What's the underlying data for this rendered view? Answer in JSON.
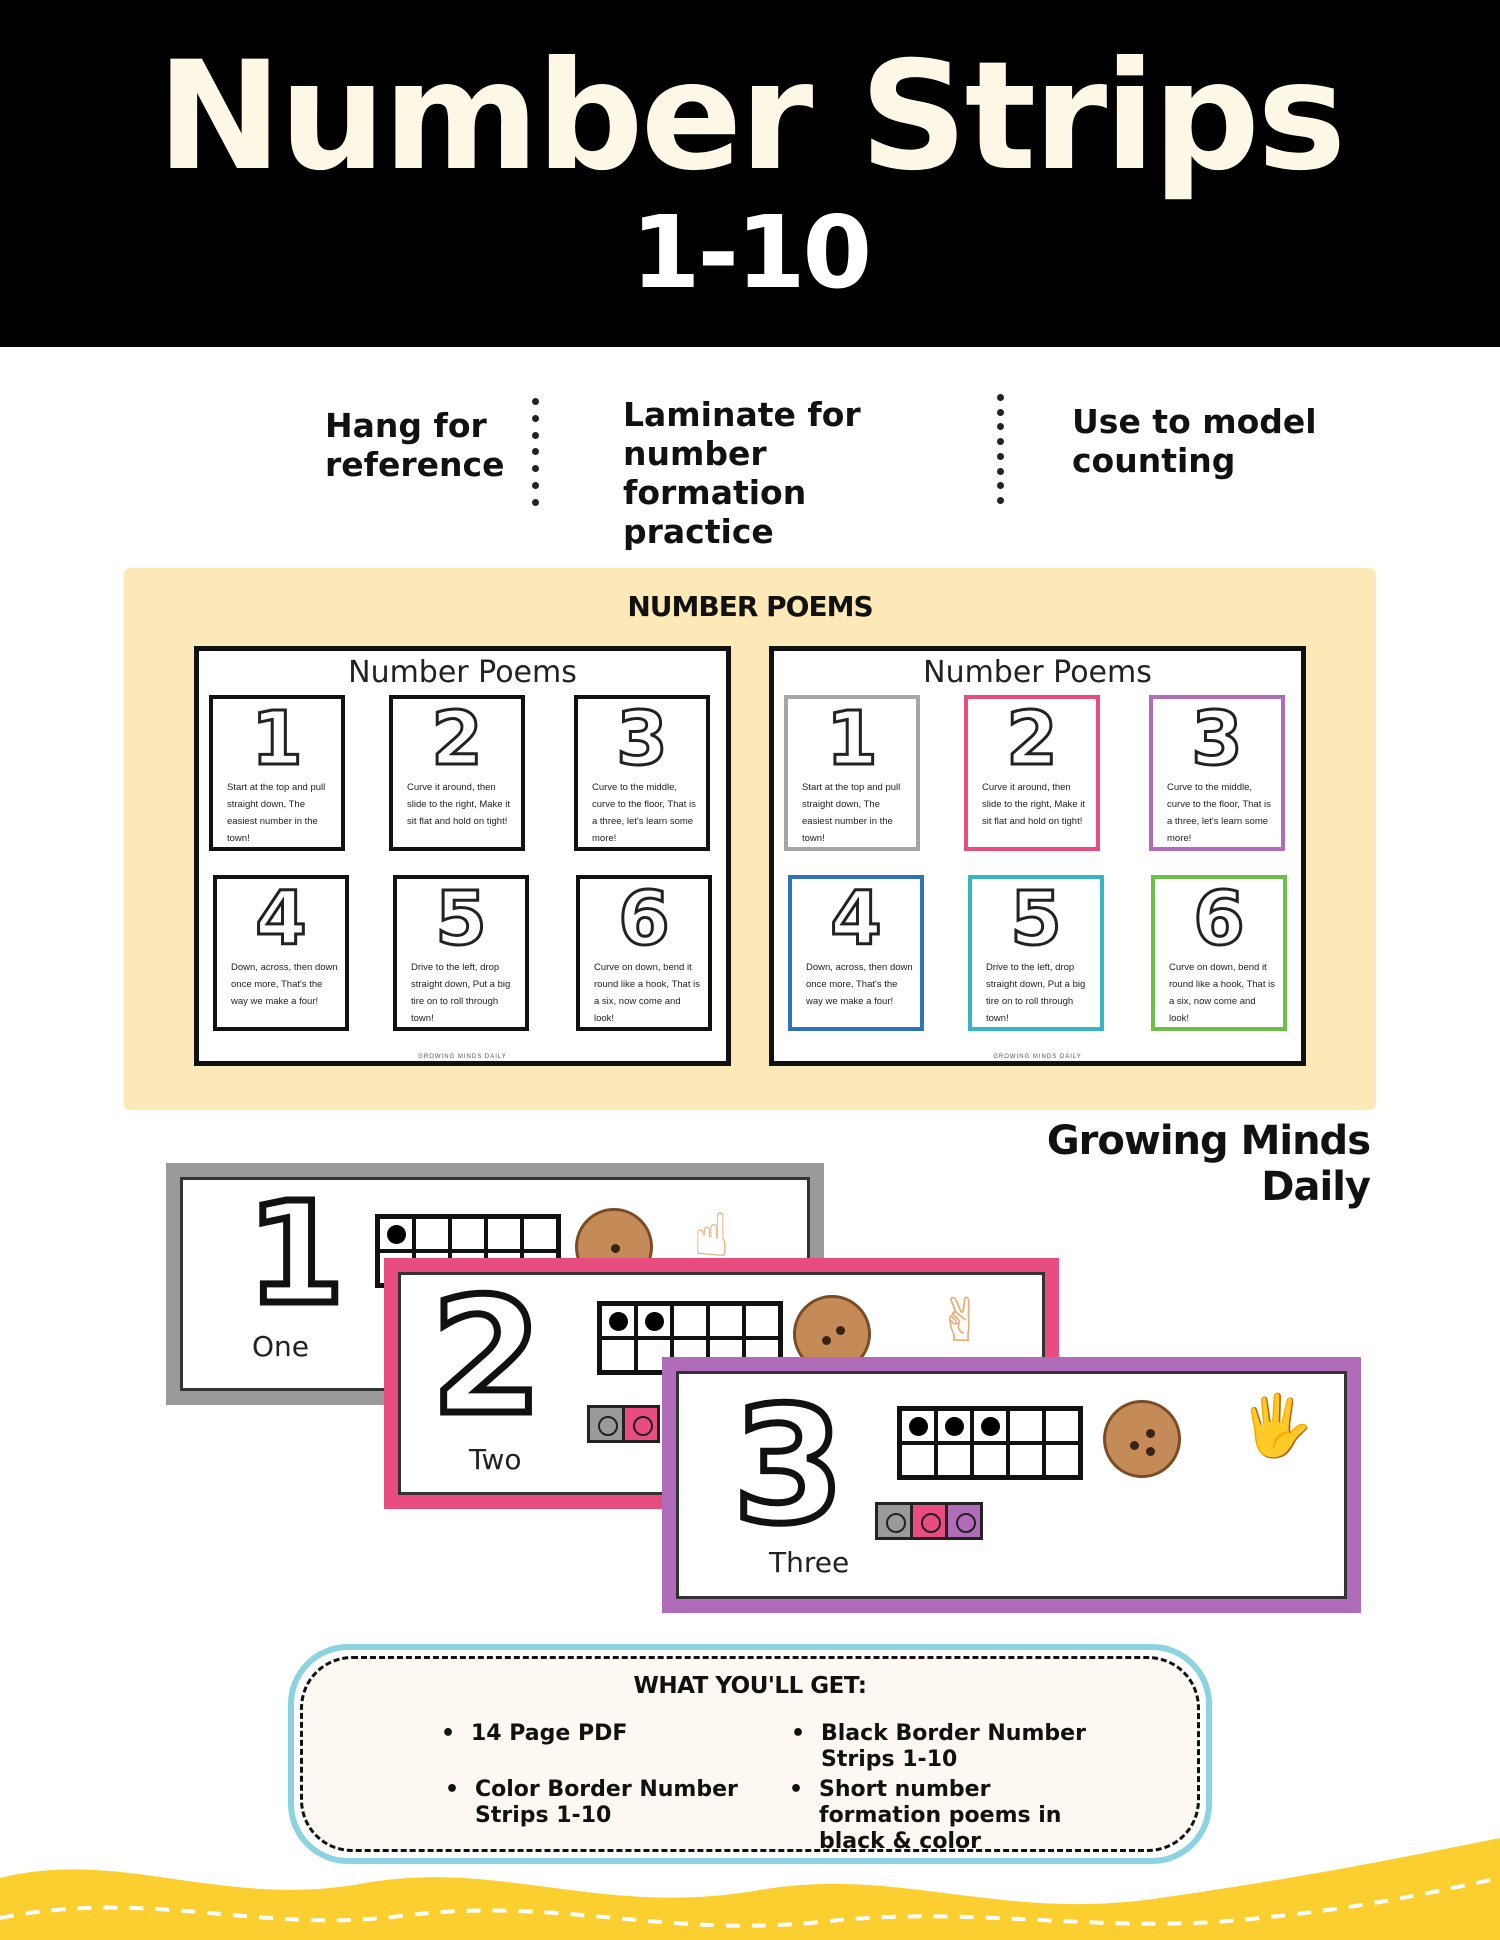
{
  "header": {
    "title": "Number Strips",
    "subtitle": "1-10"
  },
  "features": [
    {
      "text": "Hang for reference"
    },
    {
      "text": "Laminate for number formation practice"
    },
    {
      "text": "Use to model counting"
    }
  ],
  "poems": {
    "heading": "NUMBER POEMS",
    "sheet_title": "Number Poems",
    "footer": "GROWING MINDS DAILY",
    "cards": [
      {
        "digit": "1",
        "text": "Start at the top and pull straight down, The easiest number in the town!"
      },
      {
        "digit": "2",
        "text": "Curve it around, then slide to the right, Make it sit flat and hold on tight!"
      },
      {
        "digit": "3",
        "text": "Curve to the middle, curve to the floor, That is a three, let's learn some more!"
      },
      {
        "digit": "4",
        "text": "Down, across, then down once more, That's the way we make a four!"
      },
      {
        "digit": "5",
        "text": "Drive to the left, drop straight down, Put a big tire on to roll through town!"
      },
      {
        "digit": "6",
        "text": "Curve on down, bend it round like a hook, That is a six, now come and look!"
      }
    ],
    "color_borders": [
      "#a6a6a6",
      "#e94c7f",
      "#b06cb8",
      "#2f74b5",
      "#35b6c0",
      "#6cc04a"
    ]
  },
  "brand": "Growing Minds Daily",
  "strips": [
    {
      "digit": "1",
      "word": "One",
      "count": 1,
      "hand_icon": "pointing-one-finger-hand-icon",
      "border": "#9a9a9a"
    },
    {
      "digit": "2",
      "word": "Two",
      "count": 2,
      "hand_icon": "two-fingers-hand-icon",
      "border": "#e94c7f"
    },
    {
      "digit": "3",
      "word": "Three",
      "count": 3,
      "hand_icon": "three-fingers-hand-icon",
      "border": "#b06cb8"
    }
  ],
  "get": {
    "heading": "WHAT YOU'LL GET:",
    "items": [
      "14 Page PDF",
      "Black Border Number Strips 1-10",
      "Color Border Number Strips 1-10",
      "Short number formation poems in black & color"
    ]
  },
  "colors": {
    "header_bg": "#000000",
    "title": "#fdf7e6",
    "panel_bg": "#fde9b8",
    "box_border": "#8bd3e1",
    "wave": "#fbcf2f"
  }
}
